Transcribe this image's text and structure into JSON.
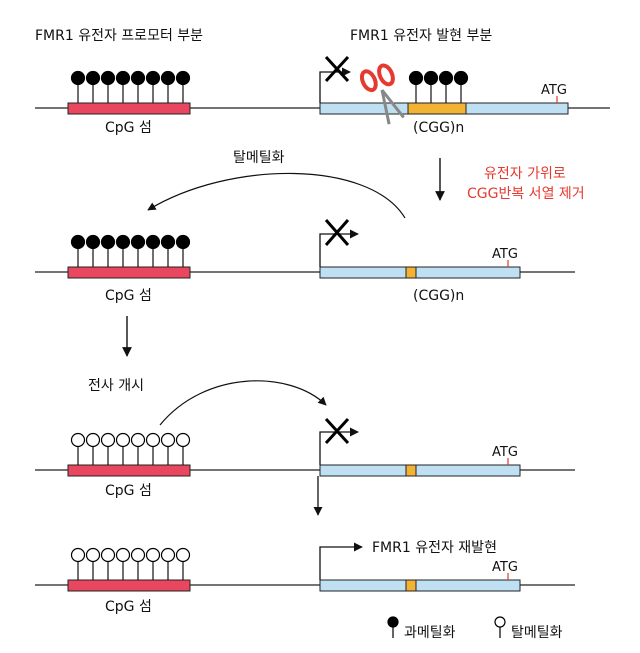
{
  "labels": {
    "promoter_title": "FMR1 유전자 프로모터 부분",
    "expression_title": "FMR1 유전자 발현 부분",
    "cpg_island": "CpG 섬",
    "cgg_repeat": "(CGG)n",
    "atg": "ATG",
    "demethylation": "탈메틸화",
    "crispr_line1": "유전자 가위로",
    "crispr_line2": "CGG반복 서열 제거",
    "transcription_start": "전사 개시",
    "reexpression": "FMR1 유전자 재발현"
  },
  "legend": {
    "methylated": "과메틸화",
    "demethylated": "탈메틸화"
  },
  "colors": {
    "cpg_island": "#e8475f",
    "gene_body": "#bfe0f3",
    "cgg_block": "#f2b233",
    "accent_red": "#e53a2f",
    "methyl_filled": "#000000",
    "methyl_open": "#ffffff"
  },
  "rows": [
    {
      "stage": 1,
      "promoter_methylation": "filled",
      "lollipops": 8,
      "cgg_size": "long",
      "gene_lollipops": 4,
      "transcription": "blocked",
      "scissors": true
    },
    {
      "stage": 2,
      "promoter_methylation": "filled",
      "lollipops": 8,
      "cgg_size": "short",
      "gene_lollipops": 0,
      "transcription": "blocked",
      "scissors": false
    },
    {
      "stage": 3,
      "promoter_methylation": "open",
      "lollipops": 8,
      "cgg_size": "short",
      "gene_lollipops": 0,
      "transcription": "blocked",
      "scissors": false
    },
    {
      "stage": 4,
      "promoter_methylation": "open",
      "lollipops": 8,
      "cgg_size": "short",
      "gene_lollipops": 0,
      "transcription": "active",
      "scissors": false
    }
  ],
  "icons": {
    "block": "cross-icon",
    "scissors": "scissors-icon",
    "arrow": "arrow-icon"
  }
}
